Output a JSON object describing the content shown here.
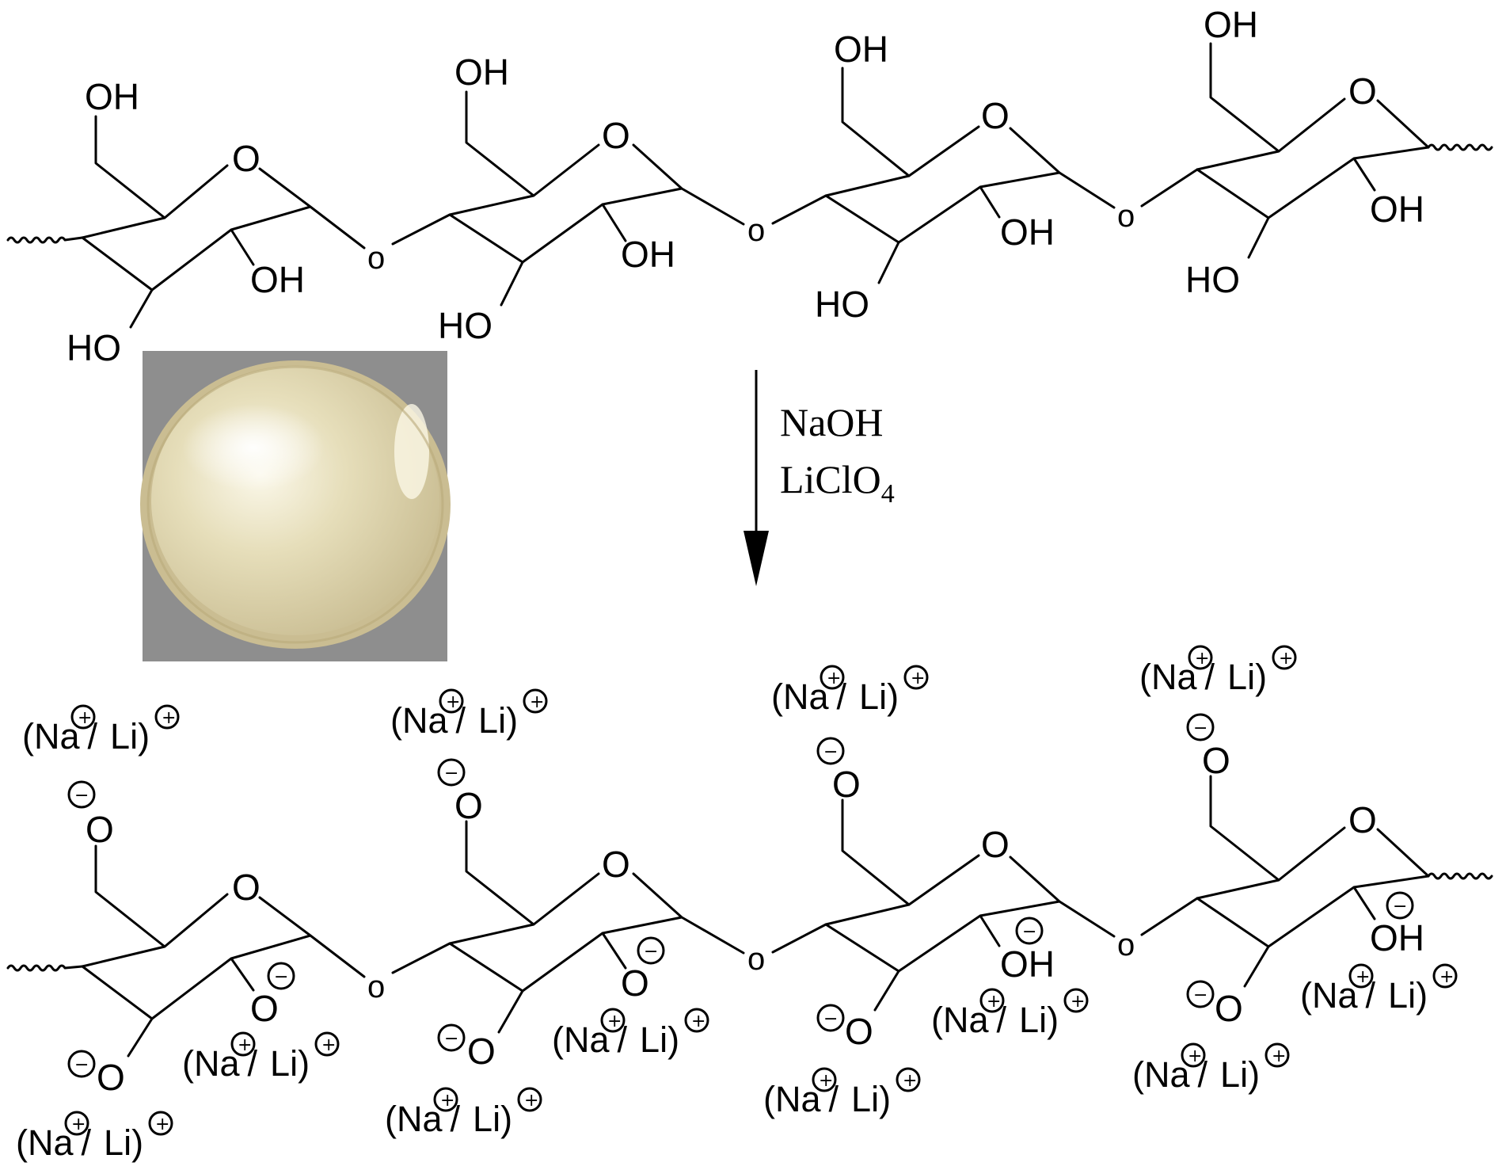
{
  "reagents": [
    "NaOH",
    "LiClO",
    "4"
  ],
  "labels": {
    "hydroxyl": "OH",
    "hydroxyl_rev": "HO",
    "ring_oxygen": "O",
    "bridge_oxygen": "o",
    "alkoxide_oxygen": "O",
    "alkoxide_hydroxyl": "OH",
    "sodium": "Na",
    "lithium": "Li",
    "open_paren": "(",
    "slash": "/",
    "close_paren": ")",
    "plus": "+",
    "minus": "−"
  },
  "colors": {
    "line": "#000000",
    "photo_background": "#8e8e8e",
    "film_light": "#f3eed6",
    "film_mid": "#ddd3ab",
    "film_edge": "#c6b88f"
  }
}
